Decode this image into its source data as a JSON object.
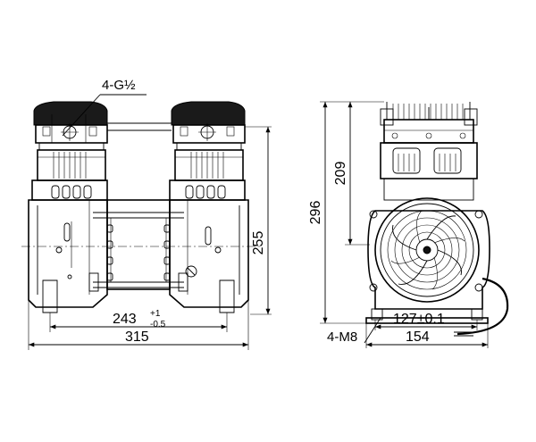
{
  "labels": {
    "port_spec": "4-G½",
    "mount_spec": "4-M8"
  },
  "dimensions": {
    "overall_width": "315",
    "mount_span": "243",
    "mount_span_tol_upper": "+1",
    "mount_span_tol_lower": "-0.5",
    "height_front": "255",
    "height_total": "296",
    "height_to_top": "209",
    "base_hole_spacing": "127±0.1",
    "base_width": "154"
  },
  "colors": {
    "line": "#000000",
    "background": "#ffffff",
    "cap": "#1a1a1a"
  }
}
